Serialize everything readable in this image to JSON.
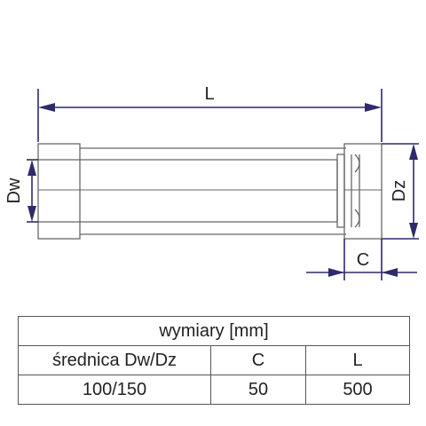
{
  "drawing": {
    "labels": {
      "length": "L",
      "inner_diameter": "Dw",
      "outer_diameter": "Dz",
      "socket": "C"
    },
    "colors": {
      "pipe": "#666666",
      "dimension": "#2e2a6b"
    }
  },
  "table": {
    "title": "wymiary [mm]",
    "headers": [
      "średnica Dw/Dz",
      "C",
      "L"
    ],
    "rows": [
      [
        "100/150",
        "50",
        "500"
      ]
    ]
  }
}
